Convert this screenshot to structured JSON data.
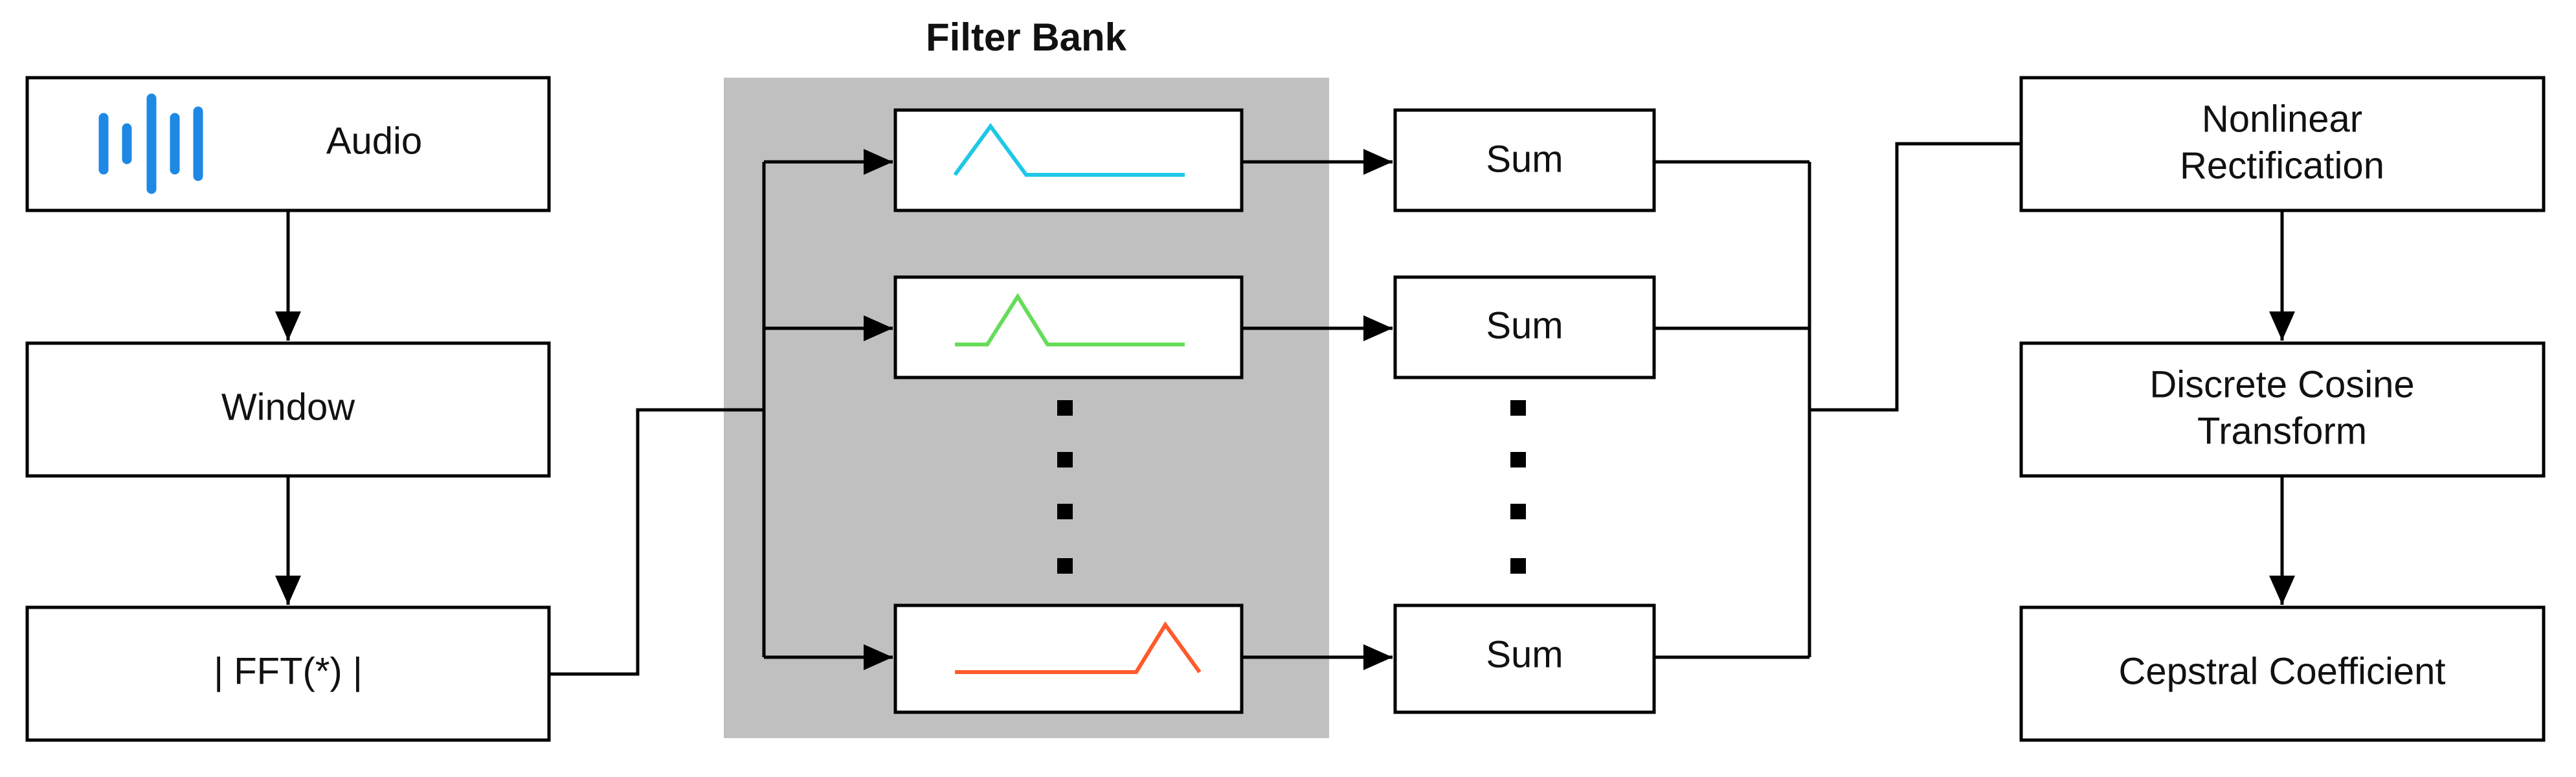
{
  "title": "Filter Bank",
  "blocks": {
    "audio": "Audio",
    "window": "Window",
    "fft": "| FFT(*) |",
    "sum_1": "Sum",
    "sum_2": "Sum",
    "sum_n": "Sum",
    "nonlinear_line1": "Nonlinear",
    "nonlinear_line2": "Rectification",
    "dct_line1": "Discrete Cosine",
    "dct_line2": "Transform",
    "cepstral": "Cepstral Coefficient"
  },
  "icons": {
    "audio": "audio-waveform-icon",
    "filter_1": "triangular-filter-icon",
    "filter_2": "triangular-filter-icon",
    "filter_n": "triangular-filter-icon"
  },
  "colors": {
    "audio_icon": "#1e88e5",
    "filter_1": "#1ec8e6",
    "filter_2": "#66dd5a",
    "filter_n": "#ff5a2c",
    "filter_bank_background": "#c0c0c0"
  }
}
